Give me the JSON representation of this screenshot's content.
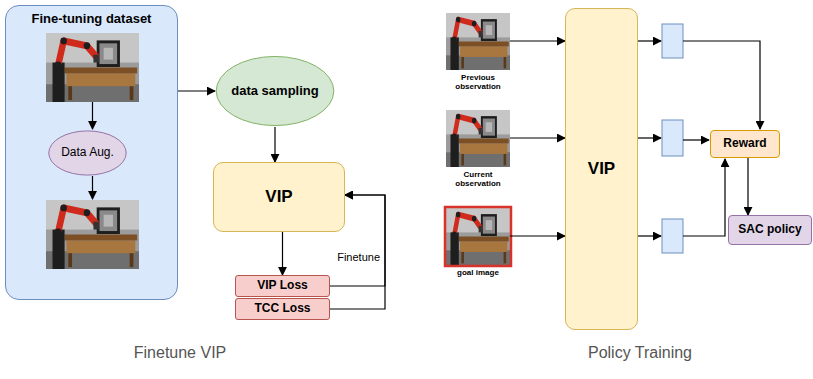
{
  "diagram": {
    "nodes": [
      {
        "text": [
          "Fine-tuning dataset"
        ]
      },
      {
        "text": [
          "Data Aug."
        ],
        "in": 0
      },
      {
        "text": [
          "data sampling"
        ]
      },
      {
        "text": [
          "VIP"
        ]
      },
      {
        "text": [
          "VIP Loss"
        ]
      },
      {
        "text": [
          "TCC Loss"
        ]
      },
      {
        "text": [
          "Previous observation"
        ]
      },
      {
        "text": [
          "Current observation"
        ]
      },
      {
        "text": [
          "goal image"
        ]
      },
      {
        "text": [
          "VIP"
        ]
      },
      {
        "text": [
          "Reward"
        ]
      },
      {
        "text": [
          "SAC policy"
        ]
      }
    ],
    "edges": [
      {
        "from": 0,
        "to": 2,
        "arrow": "to"
      },
      {
        "from": 2,
        "to": 3,
        "arrow": "to"
      },
      {
        "from": 3,
        "to": 4,
        "arrow": "to"
      },
      {
        "from": 4,
        "to": 3,
        "arrow": "to",
        "label": "Finetune"
      },
      {
        "from": 5,
        "to": 3,
        "arrow": "to"
      },
      {
        "from": 6,
        "to": 9,
        "arrow": "to"
      },
      {
        "from": 7,
        "to": 9,
        "arrow": "to"
      },
      {
        "from": 8,
        "to": 9,
        "arrow": "to"
      },
      {
        "from": 10,
        "to": 11,
        "arrow": "to"
      }
    ],
    "labels": [
      "Finetune VIP",
      "Policy Training"
    ]
  }
}
